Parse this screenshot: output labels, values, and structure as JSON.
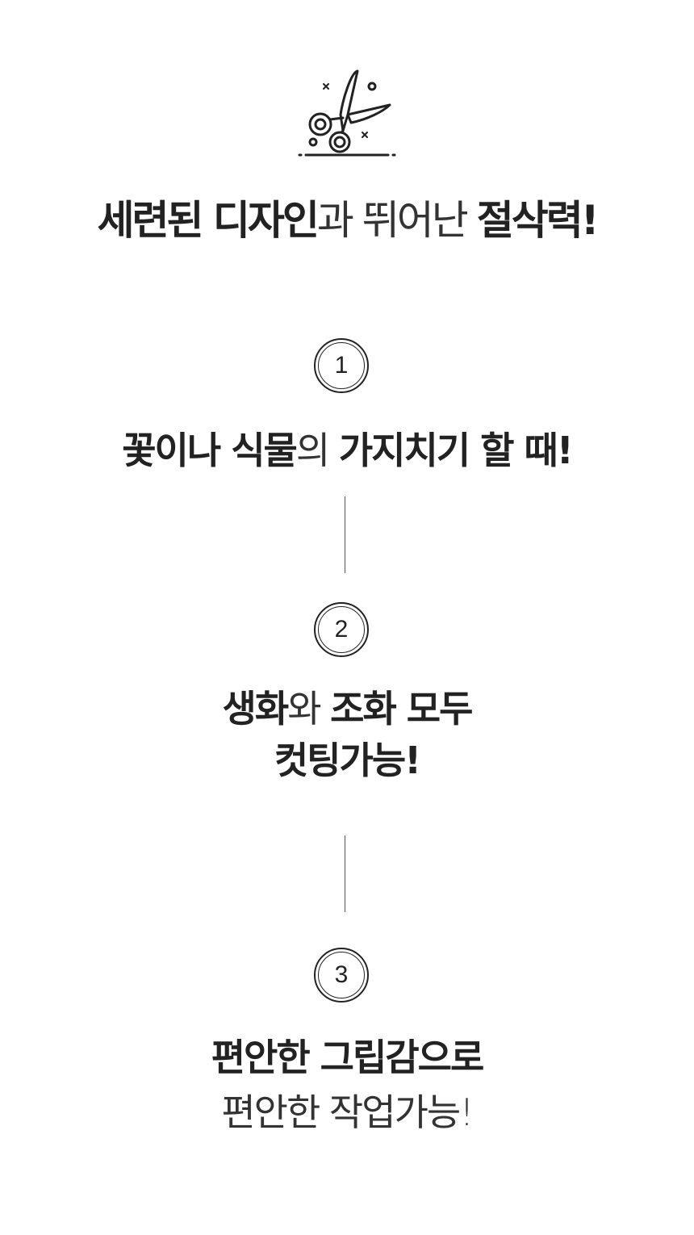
{
  "headline": {
    "part1": "세련된 디자인",
    "part2": "과 뛰어난 ",
    "part3": "절삭력!"
  },
  "accent_color": "#ffff00",
  "steps": [
    {
      "number": "1",
      "lines": [
        {
          "bold1": "꽃이나 식물",
          "light": "의 ",
          "bold2": "가지치기 할 때!"
        }
      ]
    },
    {
      "number": "2",
      "lines": [
        {
          "bold1": "생화",
          "light": "와 ",
          "bold2": "조화 모두"
        },
        {
          "bold1": "컷팅가능!"
        }
      ]
    },
    {
      "number": "3",
      "lines": [
        {
          "bold1": "편안한 그립감으로"
        },
        {
          "light": "편안한 작업가능!"
        }
      ]
    }
  ]
}
